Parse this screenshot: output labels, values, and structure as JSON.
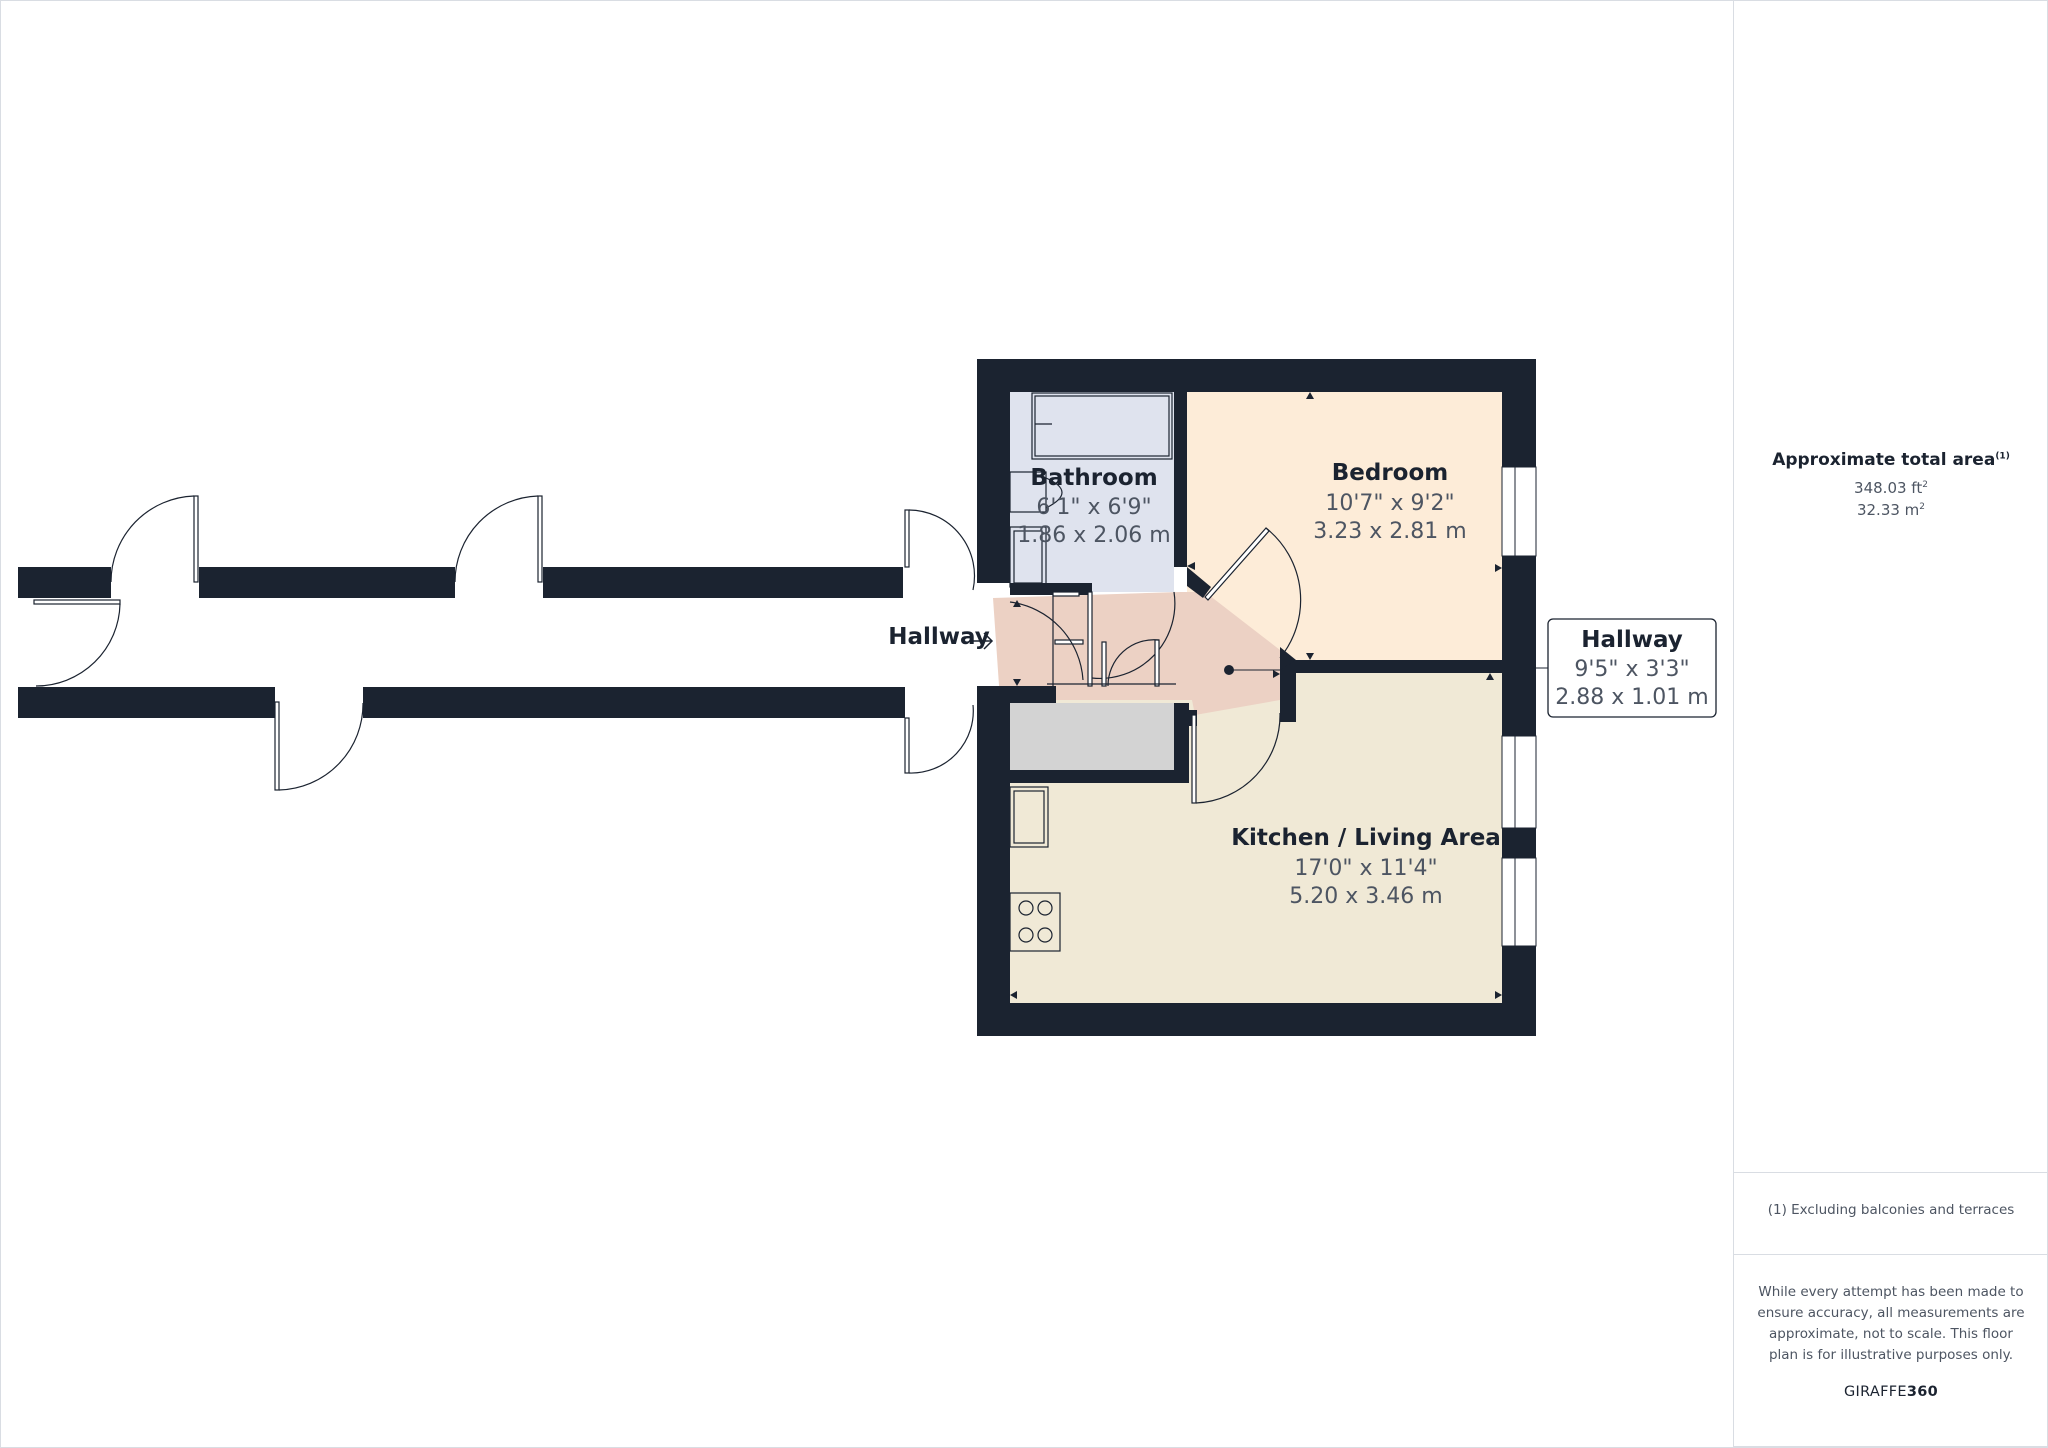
{
  "rooms": {
    "bathroom": {
      "title": "Bathroom",
      "dim_imperial": "6'1\" x 6'9\"",
      "dim_metric": "1.86 x 2.06 m"
    },
    "bedroom": {
      "title": "Bedroom",
      "dim_imperial": "10'7\" x 9'2\"",
      "dim_metric": "3.23 x 2.81 m"
    },
    "kitchen": {
      "title": "Kitchen / Living Area",
      "dim_imperial": "17'0\" x 11'4\"",
      "dim_metric": "5.20 x 3.46 m"
    },
    "hallway_label": "Hallway"
  },
  "callout": {
    "title": "Hallway",
    "dim_imperial": "9'5\" x 3'3\"",
    "dim_metric": "2.88 x 1.01 m"
  },
  "summary": {
    "title": "Approximate total area",
    "title_note": "(1)",
    "area_ft": "348.03 ft",
    "area_ft_sup": "2",
    "area_m": "32.33 m",
    "area_m_sup": "2",
    "footnote": "(1) Excluding balconies and terraces",
    "disclaimer": "While every attempt has been made to ensure accuracy, all measurements are approximate, not to scale. This floor plan is for illustrative purposes only.",
    "brand_a": "GIRAFFE",
    "brand_b": "360"
  },
  "colors": {
    "wall": "#1b2330",
    "bathroom": "#dfe3ee",
    "bedroom": "#fdecd8",
    "kitchen": "#f0e9d6",
    "hallway": "#ecd1c4",
    "cupboard": "#d3d3d3"
  }
}
